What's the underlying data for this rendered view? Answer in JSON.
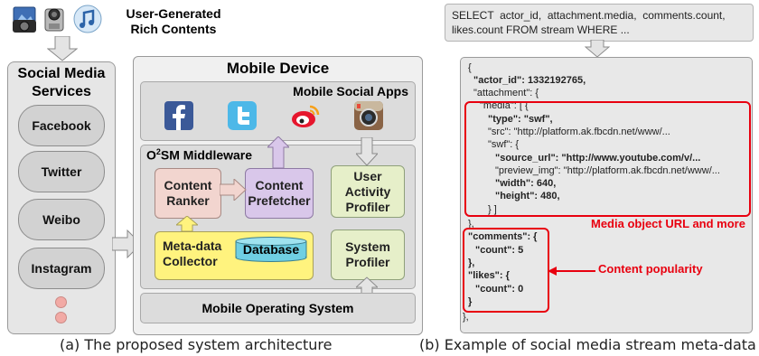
{
  "top_label": "User-Generated\nRich Contents",
  "social": {
    "title": "Social Media\nServices",
    "services": [
      "Facebook",
      "Twitter",
      "Weibo",
      "Instagram"
    ]
  },
  "device": {
    "title": "Mobile Device",
    "apps_title": "Mobile Social Apps",
    "middleware_title_pre": "O",
    "middleware_title_sup": "2",
    "middleware_title_post": "SM Middleware",
    "content_ranker": "Content\nRanker",
    "content_prefetcher": "Content\nPrefetcher",
    "user_activity_profiler": "User\nActivity\nProfiler",
    "metadata_collector": "Meta-data\nCollector",
    "database": "Database",
    "system_profiler": "System\nProfiler",
    "os": "Mobile Operating System"
  },
  "query": "SELECT  actor_id,  attachment.media,  comments.count,\nlikes.count FROM stream WHERE ...",
  "json_lines": [
    {
      "text": "{",
      "bold": false
    },
    {
      "text": "\"actor_id\": 1332192765,",
      "bold": true
    },
    {
      "text": "\"attachment\": {",
      "bold": false
    },
    {
      "text": "\"media\": [  {",
      "bold": false
    },
    {
      "text": "\"type\": \"swf\",",
      "bold": true
    },
    {
      "text": "\"src\": \"http://platform.ak.fbcdn.net/www/...",
      "bold": false
    },
    {
      "text": "\"swf\": {",
      "bold": false
    },
    {
      "text": "\"source_url\": \"http://www.youtube.com/v/...",
      "bold": true
    },
    {
      "text": "\"preview_img\": \"http://platform.ak.fbcdn.net/www/...",
      "bold": false
    },
    {
      "text": "\"width\": 640,",
      "bold": true
    },
    {
      "text": "\"height\": 480,",
      "bold": true
    },
    {
      "text": "}  ]",
      "bold": false
    },
    {
      "text": "},",
      "bold": false
    },
    {
      "text": "\"comments\": {",
      "bold": true
    },
    {
      "text": "\"count\": 5",
      "bold": true
    },
    {
      "text": "},",
      "bold": true
    },
    {
      "text": "\"likes\": {",
      "bold": true
    },
    {
      "text": "\"count\": 0",
      "bold": true
    },
    {
      "text": "}",
      "bold": true
    },
    {
      "text": "},",
      "bold": false
    }
  ],
  "annotations": {
    "media": "Media object URL and more",
    "popularity": "Content popularity"
  },
  "captions": {
    "left": "(a) The proposed system architecture",
    "right": "(b) Example of social media stream meta-data"
  },
  "colors": {
    "accent_red": "#e8000f",
    "ranker_fill": "#f2d5cf",
    "prefetcher_fill": "#d9c7ea",
    "profiler_fill": "#e6efc9",
    "collector_fill": "#fff37e",
    "database_fill": "#6fcfe3"
  }
}
